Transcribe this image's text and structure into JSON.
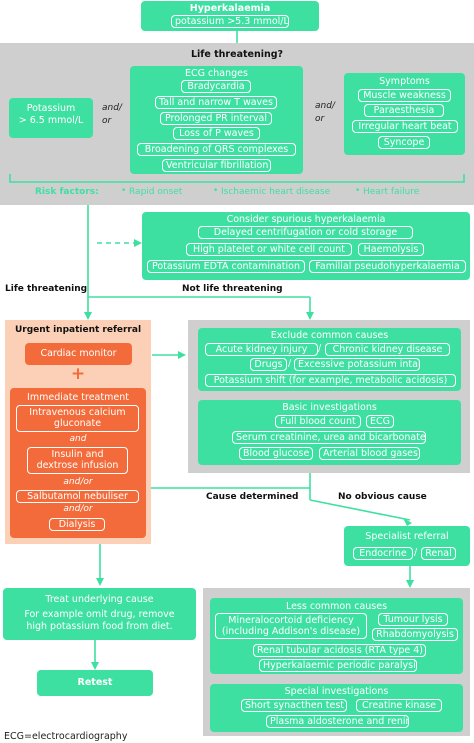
{
  "top": {
    "title": "Hyperkalaemia",
    "subtitle": "potassium >5.3 mmol/L"
  },
  "life": {
    "question": "Life threatening?",
    "potassium": "Potassium\n> 6.5 mmol/L",
    "andor": "and/\nor",
    "ecg_title": "ECG changes",
    "ecg_items": [
      "Bradycardia",
      "Tall and narrow T waves",
      "Prolonged PR interval",
      "Loss of P waves",
      "Broadening of QRS complexes",
      "Ventricular fibrillation"
    ],
    "symptoms_title": "Symptoms",
    "symptoms_items": [
      "Muscle weakness",
      "Paraesthesia",
      "Irregular heart beat",
      "Syncope"
    ],
    "risk_label": "Risk factors:",
    "risk_items": [
      "Rapid onset",
      "Ischaemic heart disease",
      "Heart failure"
    ]
  },
  "spurious": {
    "title": "Consider spurious hyperkalaemia",
    "items": [
      "Delayed centrifugation or cold storage",
      "High platelet or white cell count",
      "Haemolysis",
      "Potassium EDTA contamination",
      "Familial pseudohyperkalaemia"
    ]
  },
  "branch": {
    "life": "Life threatening",
    "notlife": "Not life threatening"
  },
  "urgent": {
    "title": "Urgent inpatient referral",
    "monitor": "Cardiac monitor",
    "plus": "+",
    "treat_title": "Immediate treatment",
    "calcium": "Intravenous calcium\ngluconate",
    "and": "and",
    "insulin": "Insulin and\ndextrose infusion",
    "andor1": "and/or",
    "salbutamol": "Salbutamol nebuliser",
    "andor2": "and/or",
    "dialysis": "Dialysis"
  },
  "exclude": {
    "title": "Exclude common causes",
    "aki": "Acute kidney injury",
    "ckd": "Chronic kidney disease",
    "drugs": "Drugs",
    "intake": "Excessive potassium intake",
    "shift": "Potassium shift (for example, metabolic acidosis)"
  },
  "basic": {
    "title": "Basic investigations",
    "fbc": "Full blood count",
    "ecg": "ECG",
    "serum": "Serum creatinine, urea and bicarbonate",
    "glucose": "Blood glucose",
    "gases": "Arterial blood gases"
  },
  "cause": {
    "determined": "Cause determined",
    "none": "No obvious cause"
  },
  "specialist": {
    "title": "Specialist  referral",
    "endocrine": "Endocrine",
    "renal": "Renal"
  },
  "treat": {
    "title": "Treat underlying cause",
    "text": "For example omit drug, remove\nhigh potassium food from diet."
  },
  "retest": "Retest",
  "less": {
    "title": "Less common causes",
    "mineralo": "Mineralocortoid deficiency\n(including Addison's disease)",
    "tumour": "Tumour lysis",
    "rhabdo": "Rhabdomyolysis",
    "rta": "Renal tubular acidosis (RTA type 4)",
    "periodic": "Hyperkalaemic periodic paralysis"
  },
  "special": {
    "title": "Special investigations",
    "synacthen": "Short synacthen test",
    "ck": "Creatine kinase",
    "aldo": "Plasma aldosterone and renin"
  },
  "footnote": "ECG=electrocardiography"
}
